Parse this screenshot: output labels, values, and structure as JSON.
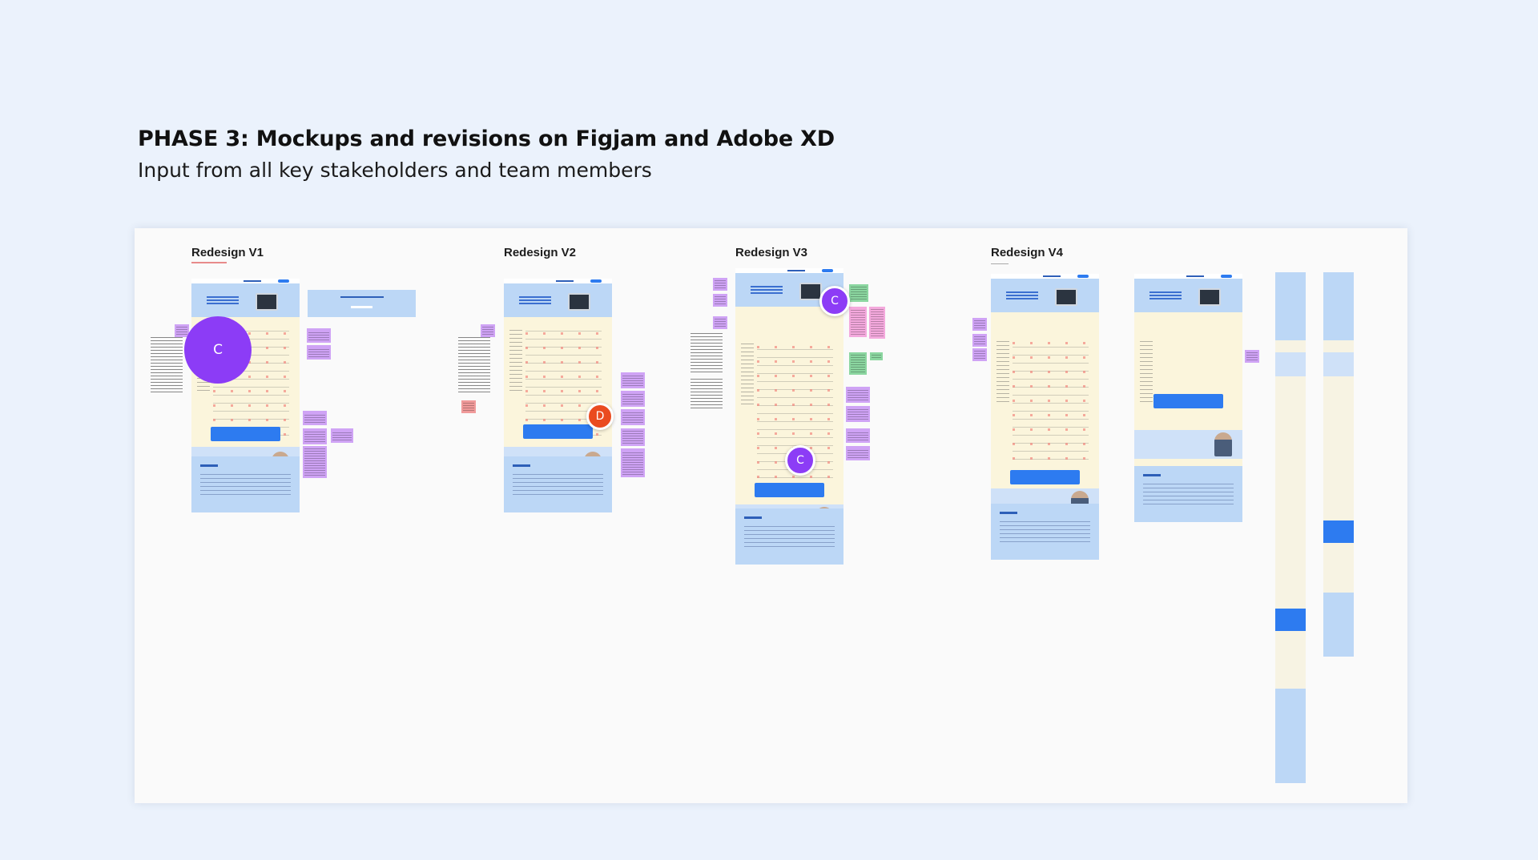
{
  "heading": "PHASE 3: Mockups and revisions on Figjam and Adobe XD",
  "subheading": "Input from all key stakeholders and team members",
  "frames": [
    {
      "label": "Redesign V1"
    },
    {
      "label": "Redesign V2"
    },
    {
      "label": "Redesign V3"
    },
    {
      "label": "Redesign V4"
    }
  ],
  "cursors": [
    {
      "initial": "C",
      "color": "#8c3cf6"
    },
    {
      "initial": "D",
      "color": "#ea4b1f"
    },
    {
      "initial": "C",
      "color": "#8c3cf6"
    },
    {
      "initial": "C",
      "color": "#8c3cf6"
    }
  ],
  "colors": {
    "page_bg": "#ebf2fc",
    "board_bg": "#fafafa",
    "mock_cream": "#fbf5dc",
    "mock_blue": "#bcd7f6",
    "cta_blue": "#2d7bf0",
    "sticky_purple": "#cfa3f5",
    "sticky_pink": "#f4a9dd",
    "sticky_green": "#8bd6a0"
  }
}
